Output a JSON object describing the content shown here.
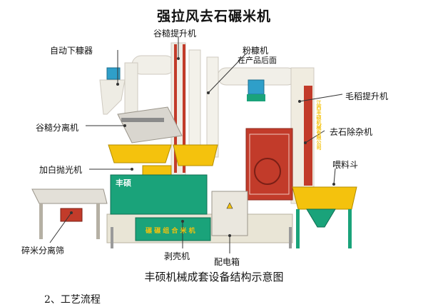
{
  "document": {
    "title": "强拉风去石碾米机",
    "caption": "丰硕机械成套设备结构示意图",
    "section_heading": "2、工艺流程",
    "machine_brand": "丰硕",
    "machine_front_text": "碾 碾 组 合 米 机",
    "tower_text": "江西丰硕机械有限公司",
    "colors": {
      "yellow": "#f4c20d",
      "green": "#1aa37a",
      "red": "#c23b2a",
      "cream": "#f0ece0",
      "blue": "#2f9fc9"
    },
    "labels": [
      {
        "id": "husk-elevator",
        "text": "谷糙提升机"
      },
      {
        "id": "auto-bran",
        "text": "自动下糠器"
      },
      {
        "id": "bran-machine",
        "text": "粉糠机"
      },
      {
        "id": "bran-machine-note",
        "text": "在产品后面"
      },
      {
        "id": "paddy-elevator",
        "text": "毛稻提升机"
      },
      {
        "id": "husk-separator",
        "text": "谷糙分离机"
      },
      {
        "id": "destoner",
        "text": "去石除杂机"
      },
      {
        "id": "polisher",
        "text": "加白抛光机"
      },
      {
        "id": "feed-hopper",
        "text": "喂料斗"
      },
      {
        "id": "broken-rice-sieve",
        "text": "碎米分离筛"
      },
      {
        "id": "huller",
        "text": "剥壳机"
      },
      {
        "id": "control-box",
        "text": "配电箱"
      }
    ]
  }
}
